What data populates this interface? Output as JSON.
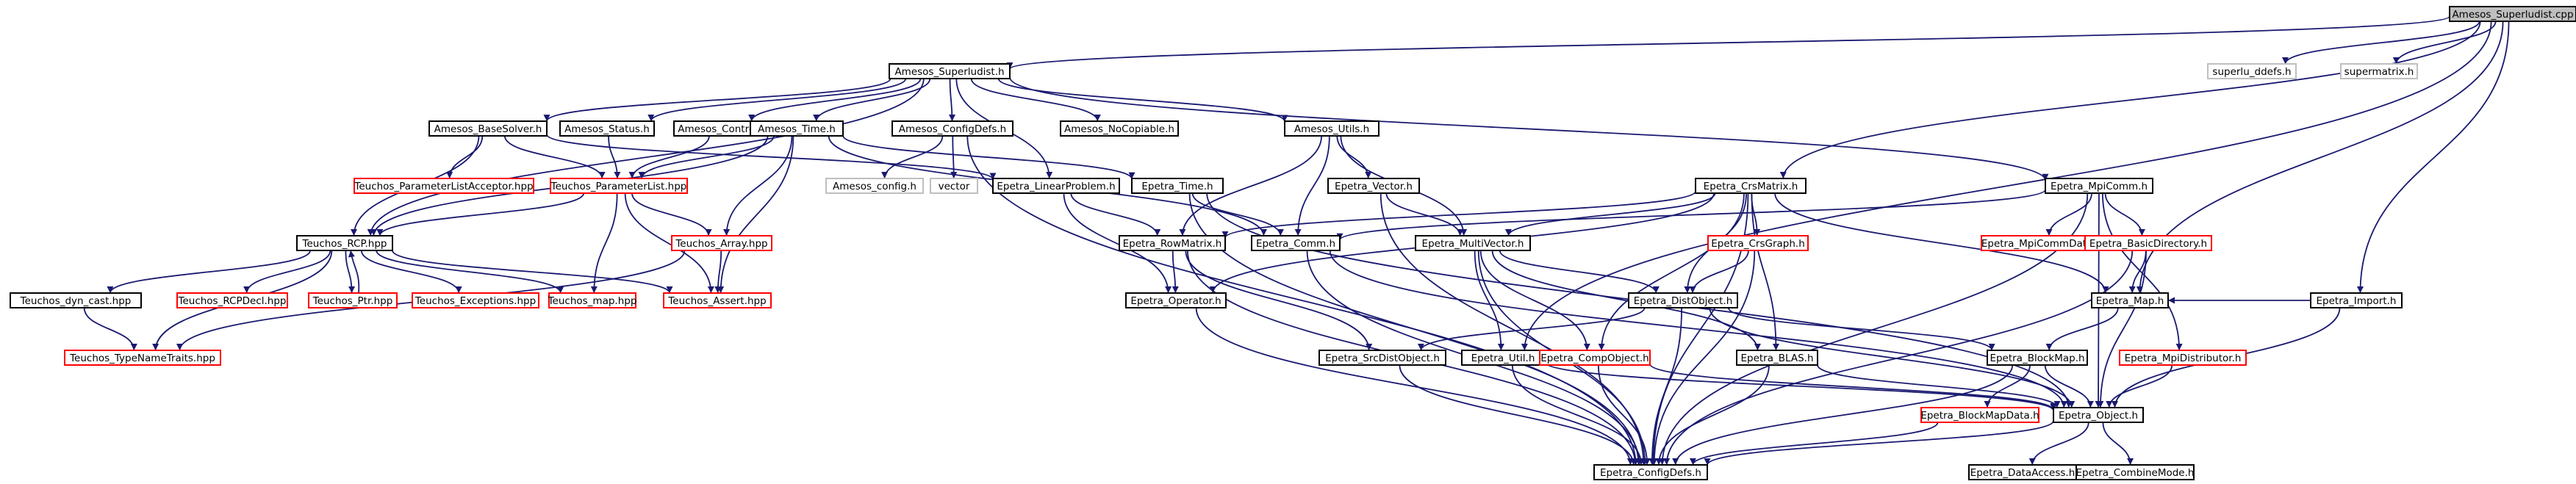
{
  "title": "Amesos_Superludist.cpp",
  "colors": {
    "edge": "#191970",
    "border_default": "#000000",
    "border_linked": "#ff0000",
    "border_external": "#bfbfbf",
    "fill_default": "#ffffff",
    "fill_root": "#bfbfbf",
    "text": "#000000"
  },
  "nodes": [
    {
      "id": "n0",
      "label": "Amesos_Superludist.cpp",
      "style": "root"
    },
    {
      "id": "n1",
      "label": "Amesos_Superludist.h",
      "style": "default"
    },
    {
      "id": "n2",
      "label": "superlu_ddefs.h",
      "style": "external"
    },
    {
      "id": "n3",
      "label": "supermatrix.h",
      "style": "external"
    },
    {
      "id": "n4",
      "label": "Amesos_BaseSolver.h",
      "style": "default"
    },
    {
      "id": "n5",
      "label": "Amesos_Status.h",
      "style": "default"
    },
    {
      "id": "n6",
      "label": "Amesos_Control.h",
      "style": "default"
    },
    {
      "id": "n7",
      "label": "Amesos_Time.h",
      "style": "default"
    },
    {
      "id": "n8",
      "label": "Amesos_ConfigDefs.h",
      "style": "default"
    },
    {
      "id": "n9",
      "label": "Amesos_NoCopiable.h",
      "style": "default"
    },
    {
      "id": "n10",
      "label": "Amesos_Utils.h",
      "style": "default"
    },
    {
      "id": "n11",
      "label": "Epetra_CrsMatrix.h",
      "style": "default"
    },
    {
      "id": "n12",
      "label": "Epetra_MpiComm.h",
      "style": "default"
    },
    {
      "id": "n13",
      "label": "Teuchos_ParameterListAcceptor.hpp",
      "style": "linked"
    },
    {
      "id": "n14",
      "label": "Teuchos_ParameterList.hpp",
      "style": "linked"
    },
    {
      "id": "n15",
      "label": "Epetra_LinearProblem.h",
      "style": "default"
    },
    {
      "id": "n16",
      "label": "Epetra_Time.h",
      "style": "default"
    },
    {
      "id": "n17",
      "label": "Amesos_config.h",
      "style": "external"
    },
    {
      "id": "n18",
      "label": "vector",
      "style": "external"
    },
    {
      "id": "n19",
      "label": "Epetra_Vector.h",
      "style": "default"
    },
    {
      "id": "n20",
      "label": "Teuchos_RCP.hpp",
      "style": "default"
    },
    {
      "id": "n21",
      "label": "Teuchos_Array.hpp",
      "style": "linked"
    },
    {
      "id": "n22",
      "label": "Epetra_RowMatrix.h",
      "style": "default"
    },
    {
      "id": "n23",
      "label": "Epetra_Comm.h",
      "style": "default"
    },
    {
      "id": "n24",
      "label": "Epetra_MultiVector.h",
      "style": "default"
    },
    {
      "id": "n25",
      "label": "Epetra_CrsGraph.h",
      "style": "linked"
    },
    {
      "id": "n26",
      "label": "Epetra_MpiCommData.h",
      "style": "linked"
    },
    {
      "id": "n27",
      "label": "Epetra_BasicDirectory.h",
      "style": "linked"
    },
    {
      "id": "n28",
      "label": "Teuchos_dyn_cast.hpp",
      "style": "default"
    },
    {
      "id": "n29",
      "label": "Teuchos_RCPDecl.hpp",
      "style": "linked"
    },
    {
      "id": "n30",
      "label": "Teuchos_Ptr.hpp",
      "style": "linked"
    },
    {
      "id": "n31",
      "label": "Teuchos_Exceptions.hpp",
      "style": "linked"
    },
    {
      "id": "n32",
      "label": "Teuchos_map.hpp",
      "style": "linked"
    },
    {
      "id": "n33",
      "label": "Teuchos_Assert.hpp",
      "style": "linked"
    },
    {
      "id": "n34",
      "label": "Epetra_Operator.h",
      "style": "default"
    },
    {
      "id": "n35",
      "label": "Epetra_DistObject.h",
      "style": "default"
    },
    {
      "id": "n36",
      "label": "Epetra_Map.h",
      "style": "default"
    },
    {
      "id": "n37",
      "label": "Epetra_Import.h",
      "style": "default"
    },
    {
      "id": "n38",
      "label": "Teuchos_TypeNameTraits.hpp",
      "style": "linked"
    },
    {
      "id": "n39",
      "label": "Epetra_SrcDistObject.h",
      "style": "default"
    },
    {
      "id": "n40",
      "label": "Epetra_Util.h",
      "style": "default"
    },
    {
      "id": "n41",
      "label": "Epetra_CompObject.h",
      "style": "linked"
    },
    {
      "id": "n42",
      "label": "Epetra_BLAS.h",
      "style": "default"
    },
    {
      "id": "n43",
      "label": "Epetra_BlockMap.h",
      "style": "default"
    },
    {
      "id": "n44",
      "label": "Epetra_MpiDistributor.h",
      "style": "linked"
    },
    {
      "id": "n45",
      "label": "Epetra_BlockMapData.h",
      "style": "linked"
    },
    {
      "id": "n46",
      "label": "Epetra_Object.h",
      "style": "default"
    },
    {
      "id": "n47",
      "label": "Epetra_ConfigDefs.h",
      "style": "default"
    },
    {
      "id": "n48",
      "label": "Epetra_DataAccess.h",
      "style": "default"
    },
    {
      "id": "n49",
      "label": "Epetra_CombineMode.h",
      "style": "default"
    }
  ],
  "edges": [
    [
      "n0",
      "n1"
    ],
    [
      "n0",
      "n2"
    ],
    [
      "n0",
      "n3"
    ],
    [
      "n0",
      "n11"
    ],
    [
      "n0",
      "n36"
    ],
    [
      "n0",
      "n37"
    ],
    [
      "n0",
      "n40"
    ],
    [
      "n1",
      "n4"
    ],
    [
      "n1",
      "n5"
    ],
    [
      "n1",
      "n6"
    ],
    [
      "n1",
      "n7"
    ],
    [
      "n1",
      "n8"
    ],
    [
      "n1",
      "n9"
    ],
    [
      "n1",
      "n10"
    ],
    [
      "n1",
      "n12"
    ],
    [
      "n1",
      "n15"
    ],
    [
      "n1",
      "n20"
    ],
    [
      "n4",
      "n13"
    ],
    [
      "n4",
      "n14"
    ],
    [
      "n4",
      "n15"
    ],
    [
      "n4",
      "n20"
    ],
    [
      "n5",
      "n14"
    ],
    [
      "n6",
      "n14"
    ],
    [
      "n7",
      "n14"
    ],
    [
      "n7",
      "n16"
    ],
    [
      "n7",
      "n20"
    ],
    [
      "n7",
      "n21"
    ],
    [
      "n7",
      "n23"
    ],
    [
      "n7",
      "n33"
    ],
    [
      "n8",
      "n17"
    ],
    [
      "n8",
      "n18"
    ],
    [
      "n8",
      "n47"
    ],
    [
      "n10",
      "n19"
    ],
    [
      "n10",
      "n22"
    ],
    [
      "n10",
      "n23"
    ],
    [
      "n10",
      "n24"
    ],
    [
      "n11",
      "n22"
    ],
    [
      "n11",
      "n24"
    ],
    [
      "n11",
      "n25"
    ],
    [
      "n11",
      "n35"
    ],
    [
      "n11",
      "n41"
    ],
    [
      "n11",
      "n42"
    ],
    [
      "n11",
      "n36"
    ],
    [
      "n11",
      "n34"
    ],
    [
      "n11",
      "n47"
    ],
    [
      "n12",
      "n23"
    ],
    [
      "n12",
      "n26"
    ],
    [
      "n12",
      "n27"
    ],
    [
      "n12",
      "n44"
    ],
    [
      "n12",
      "n46"
    ],
    [
      "n12",
      "n47"
    ],
    [
      "n14",
      "n20"
    ],
    [
      "n14",
      "n21"
    ],
    [
      "n14",
      "n32"
    ],
    [
      "n14",
      "n33"
    ],
    [
      "n15",
      "n22"
    ],
    [
      "n15",
      "n34"
    ],
    [
      "n16",
      "n23"
    ],
    [
      "n16",
      "n47"
    ],
    [
      "n16",
      "n46"
    ],
    [
      "n19",
      "n24"
    ],
    [
      "n19",
      "n47"
    ],
    [
      "n20",
      "n28"
    ],
    [
      "n20",
      "n29"
    ],
    [
      "n20",
      "n30"
    ],
    [
      "n20",
      "n31"
    ],
    [
      "n20",
      "n32"
    ],
    [
      "n20",
      "n33"
    ],
    [
      "n20",
      "n38"
    ],
    [
      "n21",
      "n33"
    ],
    [
      "n21",
      "n38"
    ],
    [
      "n22",
      "n34"
    ],
    [
      "n22",
      "n39"
    ],
    [
      "n22",
      "n47"
    ],
    [
      "n23",
      "n46"
    ],
    [
      "n23",
      "n47"
    ],
    [
      "n24",
      "n35"
    ],
    [
      "n24",
      "n40"
    ],
    [
      "n24",
      "n41"
    ],
    [
      "n24",
      "n42"
    ],
    [
      "n24",
      "n47"
    ],
    [
      "n25",
      "n35"
    ],
    [
      "n25",
      "n47"
    ],
    [
      "n27",
      "n36"
    ],
    [
      "n27",
      "n46"
    ],
    [
      "n27",
      "n47"
    ],
    [
      "n28",
      "n38"
    ],
    [
      "n30",
      "n20"
    ],
    [
      "n34",
      "n47"
    ],
    [
      "n35",
      "n39"
    ],
    [
      "n35",
      "n43"
    ],
    [
      "n35",
      "n46"
    ],
    [
      "n35",
      "n47"
    ],
    [
      "n36",
      "n43"
    ],
    [
      "n37",
      "n36"
    ],
    [
      "n37",
      "n46"
    ],
    [
      "n39",
      "n47"
    ],
    [
      "n40",
      "n46"
    ],
    [
      "n40",
      "n47"
    ],
    [
      "n41",
      "n46"
    ],
    [
      "n41",
      "n47"
    ],
    [
      "n42",
      "n46"
    ],
    [
      "n42",
      "n47"
    ],
    [
      "n43",
      "n45"
    ],
    [
      "n43",
      "n46"
    ],
    [
      "n43",
      "n47"
    ],
    [
      "n44",
      "n46"
    ],
    [
      "n45",
      "n47"
    ],
    [
      "n46",
      "n47"
    ],
    [
      "n46",
      "n48"
    ],
    [
      "n46",
      "n49"
    ]
  ]
}
